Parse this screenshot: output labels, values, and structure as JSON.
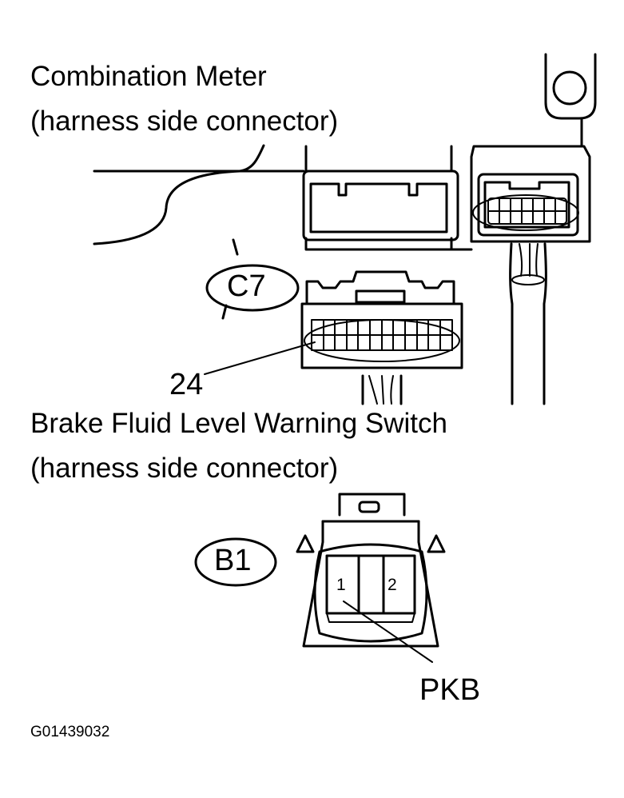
{
  "diagram": {
    "title_line1": "Combination Meter",
    "title_line2": "(harness side connector)",
    "c7_label": "C7",
    "c7_pin_label": "24",
    "section2_line1": "Brake Fluid Level Warning Switch",
    "section2_line2": "(harness side connector)",
    "b1_label": "B1",
    "b1_pins": [
      "1",
      "2"
    ],
    "pkb_label": "PKB",
    "figure_code": "G01439032",
    "ink_color": "#000000",
    "paper_color": "#ffffff"
  }
}
